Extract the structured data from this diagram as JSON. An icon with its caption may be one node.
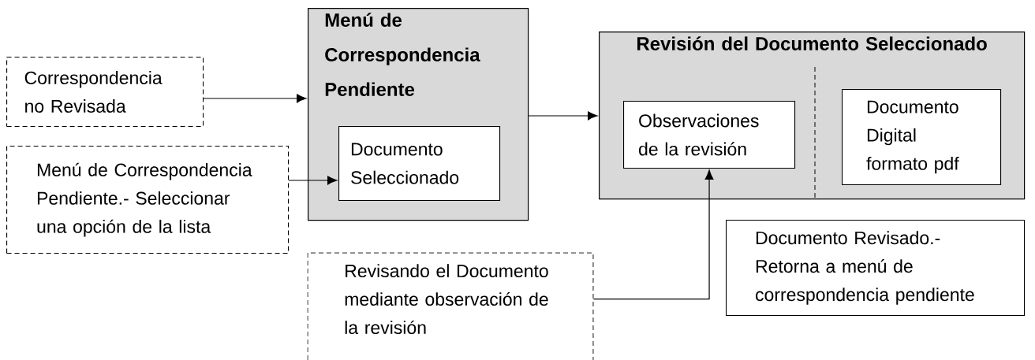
{
  "diagram": {
    "nodes": [
      {
        "text": [
          "Correspondencia no Revisada"
        ]
      },
      {
        "text": [
          "Menú de Correspondencia Pendiente.- Seleccionar una opción de la lista"
        ]
      },
      {
        "text": [
          "Menú de Correspondencia Pendiente"
        ]
      },
      {
        "text": [
          "Documento Seleccionado"
        ],
        "in": 2
      },
      {
        "text": [
          "Revisión del Documento Seleccionado"
        ]
      },
      {
        "text": [
          "Observaciones de la revisión"
        ],
        "in": 4
      },
      {
        "text": [
          "Documento Digital formato pdf"
        ],
        "in": 4
      },
      {
        "text": [
          "Revisando el Documento mediante observación de la revisión"
        ]
      },
      {
        "text": [
          "Documento Revisado.- Retorna a menú de correspondencia pendiente"
        ]
      }
    ],
    "edges": [
      {
        "from": 0,
        "to": 2,
        "arrow": "to"
      },
      {
        "from": 1,
        "to": 3,
        "arrow": "to"
      },
      {
        "from": 2,
        "to": 4,
        "arrow": "to"
      },
      {
        "from": 7,
        "to": 5,
        "arrow": "to"
      }
    ]
  }
}
